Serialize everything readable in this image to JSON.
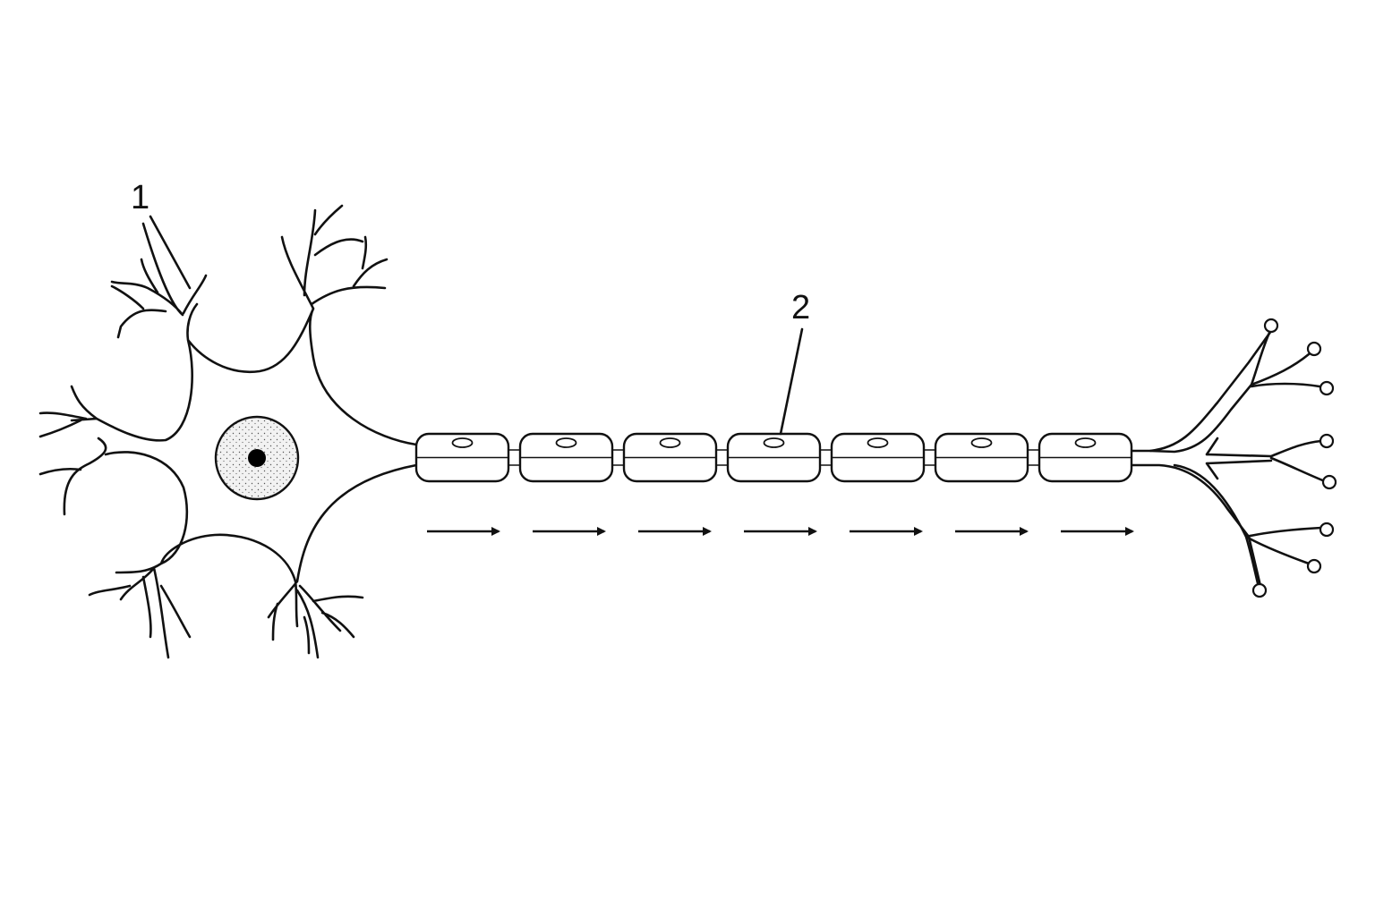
{
  "labels": {
    "one": "1",
    "two": "2"
  },
  "colors": {
    "line": "#111111",
    "background": "#ffffff",
    "nucleus_fill": "#ececec",
    "nucleolus": "#000000"
  },
  "counts": {
    "myelin_segments": 7,
    "direction_arrows": 7,
    "axon_terminals": 8
  },
  "icons": {
    "arrow": "right-arrow-icon",
    "terminal": "synaptic-terminal-icon"
  }
}
